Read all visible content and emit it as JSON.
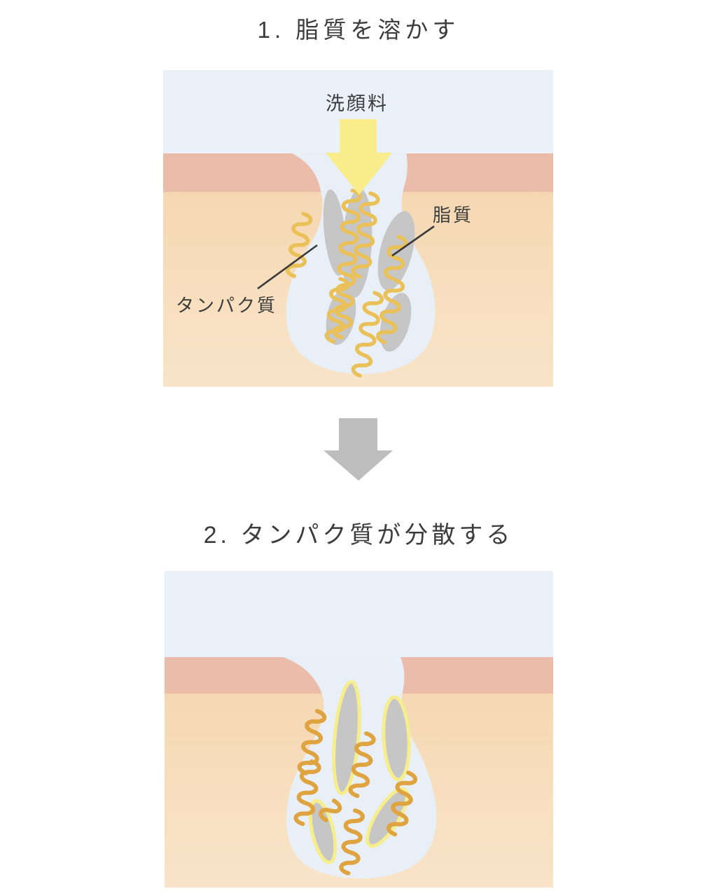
{
  "step1": {
    "title": "1. 脂質を溶かす",
    "labels": {
      "cleanser": "洗顔料",
      "lipid": "脂質",
      "protein": "タンパク質"
    }
  },
  "step2": {
    "title": "2. タンパク質が分散する"
  },
  "icons": {
    "cleanser_arrow": "down-arrow-icon",
    "step_transition_arrow": "down-arrow-icon"
  },
  "colors": {
    "bg": "#ffffff",
    "text": "#3c3c3c",
    "sky": "#eaf1f8",
    "pore": "#e9eff6",
    "skin-pink": "#ecbcab",
    "skin-peach-top": "#f5d8b3",
    "skin-peach-bottom": "#f9e4c9",
    "lipid-gray": "#c6c6c6",
    "protein-gold-1": "#eac158",
    "protein-gold-2": "#dfa440",
    "protein-outline": "#f6ee8d",
    "cleanser-yellow": "#f9ec8b",
    "step-arrow-gray": "#bdbdbd",
    "pointer-line": "#3a3a3a"
  }
}
